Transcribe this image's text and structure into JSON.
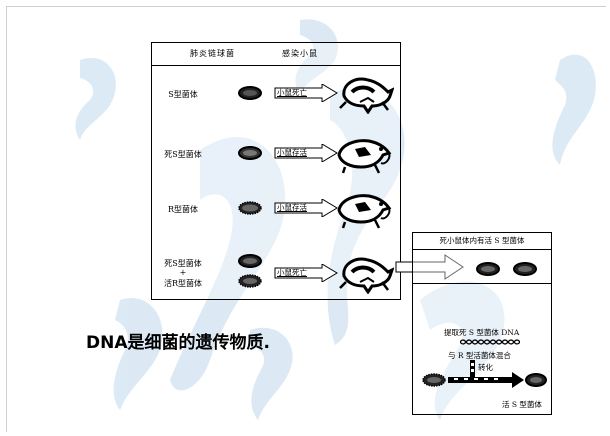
{
  "experiment": {
    "header_bacteria": "肺炎链球菌",
    "header_mouse": "感染小鼠",
    "rows": [
      {
        "label": "S型菌体",
        "result": "小鼠死亡"
      },
      {
        "label": "死S型菌体",
        "result": "小鼠存活"
      },
      {
        "label": "R型菌体",
        "result": "小鼠存活"
      },
      {
        "label": "死S型菌体",
        "plus": "+",
        "label2": "活R型菌体",
        "result": "小鼠死亡"
      }
    ]
  },
  "side_panel": {
    "title": "死小鼠体内有活 S 型菌体",
    "extract": "提取死 S 型菌体 DNA",
    "mix": "与 R 型活菌体混合",
    "transform": "转化",
    "result": "活 S 型菌体"
  },
  "conclusion": "DNA是细菌的遗传物质."
}
